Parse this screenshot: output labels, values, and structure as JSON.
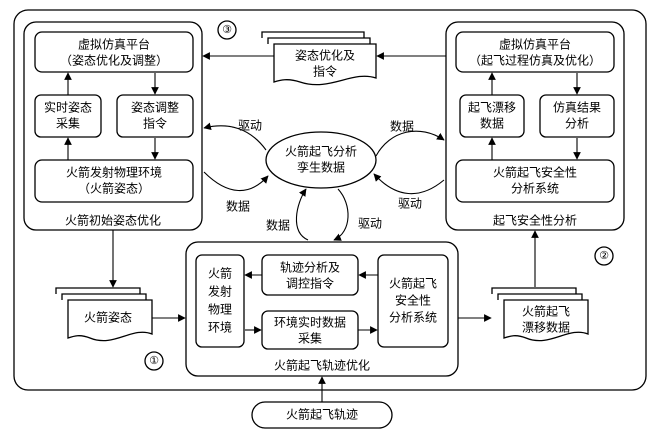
{
  "sections": {
    "left": "火箭初始姿态优化",
    "right": "起飞安全性分析",
    "bottom": "火箭起飞轨迹优化"
  },
  "center": [
    "火箭起飞分析",
    "孪生数据"
  ],
  "left_panel": {
    "platform": [
      "虚拟仿真平台",
      "（姿态优化及调整）"
    ],
    "realtime": [
      "实时姿态",
      "采集"
    ],
    "adjust": [
      "姿态调整",
      "指令"
    ],
    "physical": [
      "火箭发射物理环境",
      "（火箭姿态）"
    ]
  },
  "right_panel": {
    "platform": [
      "虚拟仿真平台",
      "（起飞过程仿真及优化）"
    ],
    "drift": [
      "起飞漂移",
      "数据"
    ],
    "result": [
      "仿真结果",
      "分析"
    ],
    "safety": [
      "火箭起飞安全性",
      "分析系统"
    ]
  },
  "bottom_panel": {
    "physical": [
      "火箭",
      "发射",
      "物理",
      "环境"
    ],
    "trajectory_cmd": [
      "轨迹分析及",
      "调控指令"
    ],
    "env_collect": [
      "环境实时数据",
      "采集"
    ],
    "safety": [
      "火箭起飞",
      "安全性",
      "分析系统"
    ]
  },
  "documents": {
    "top": [
      "姿态优化及",
      "指令"
    ],
    "left": [
      "火箭姿态"
    ],
    "right": [
      "火箭起飞",
      "漂移数据"
    ]
  },
  "input": "火箭起飞轨迹",
  "edge_labels": {
    "drive_left": "驱动",
    "data_left": "数据",
    "data_right_top": "数据",
    "drive_right": "驱动",
    "data_bottom": "数据",
    "drive_bottom": "驱动"
  },
  "badges": [
    "①",
    "②",
    "③"
  ]
}
